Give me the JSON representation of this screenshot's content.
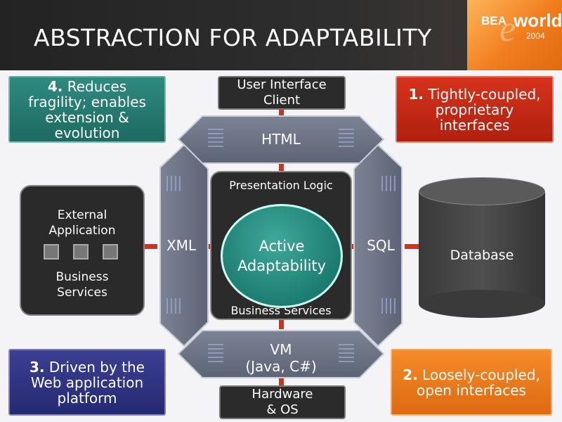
{
  "title": "ABSTRACTION FOR ADAPTABILITY",
  "logo": {
    "brand": "BEA",
    "e": "e",
    "world": "world",
    "year": "2004"
  },
  "boxes": {
    "four": {
      "num": "4.",
      "text": "Reduces fragility; enables extension & evolution",
      "color": "#267c72"
    },
    "one": {
      "num": "1.",
      "text": "Tightly-coupled, proprietary interfaces",
      "color": "#c42a15"
    },
    "three": {
      "num": "3.",
      "text": "Driven by the Web application platform",
      "color": "#30357f"
    },
    "two": {
      "num": "2.",
      "text": "Loosely-coupled, open interfaces",
      "color": "#ea7a1c"
    }
  },
  "ui_client": {
    "line1": "User Interface",
    "line2": "Client"
  },
  "hardware": {
    "line1": "Hardware",
    "line2": "& OS"
  },
  "external": {
    "line1": "External",
    "line2": "Application",
    "sub1": "Business",
    "sub2": "Services"
  },
  "database": {
    "label": "Database"
  },
  "octagon": {
    "top": "HTML",
    "left": "XML",
    "right": "SQL",
    "bottom_line1": "VM",
    "bottom_line2": "(Java, C#)",
    "inner_top": "Presentation Logic",
    "inner_bottom": "Business Services"
  },
  "center": {
    "line1": "Active",
    "line2": "Adaptability"
  }
}
